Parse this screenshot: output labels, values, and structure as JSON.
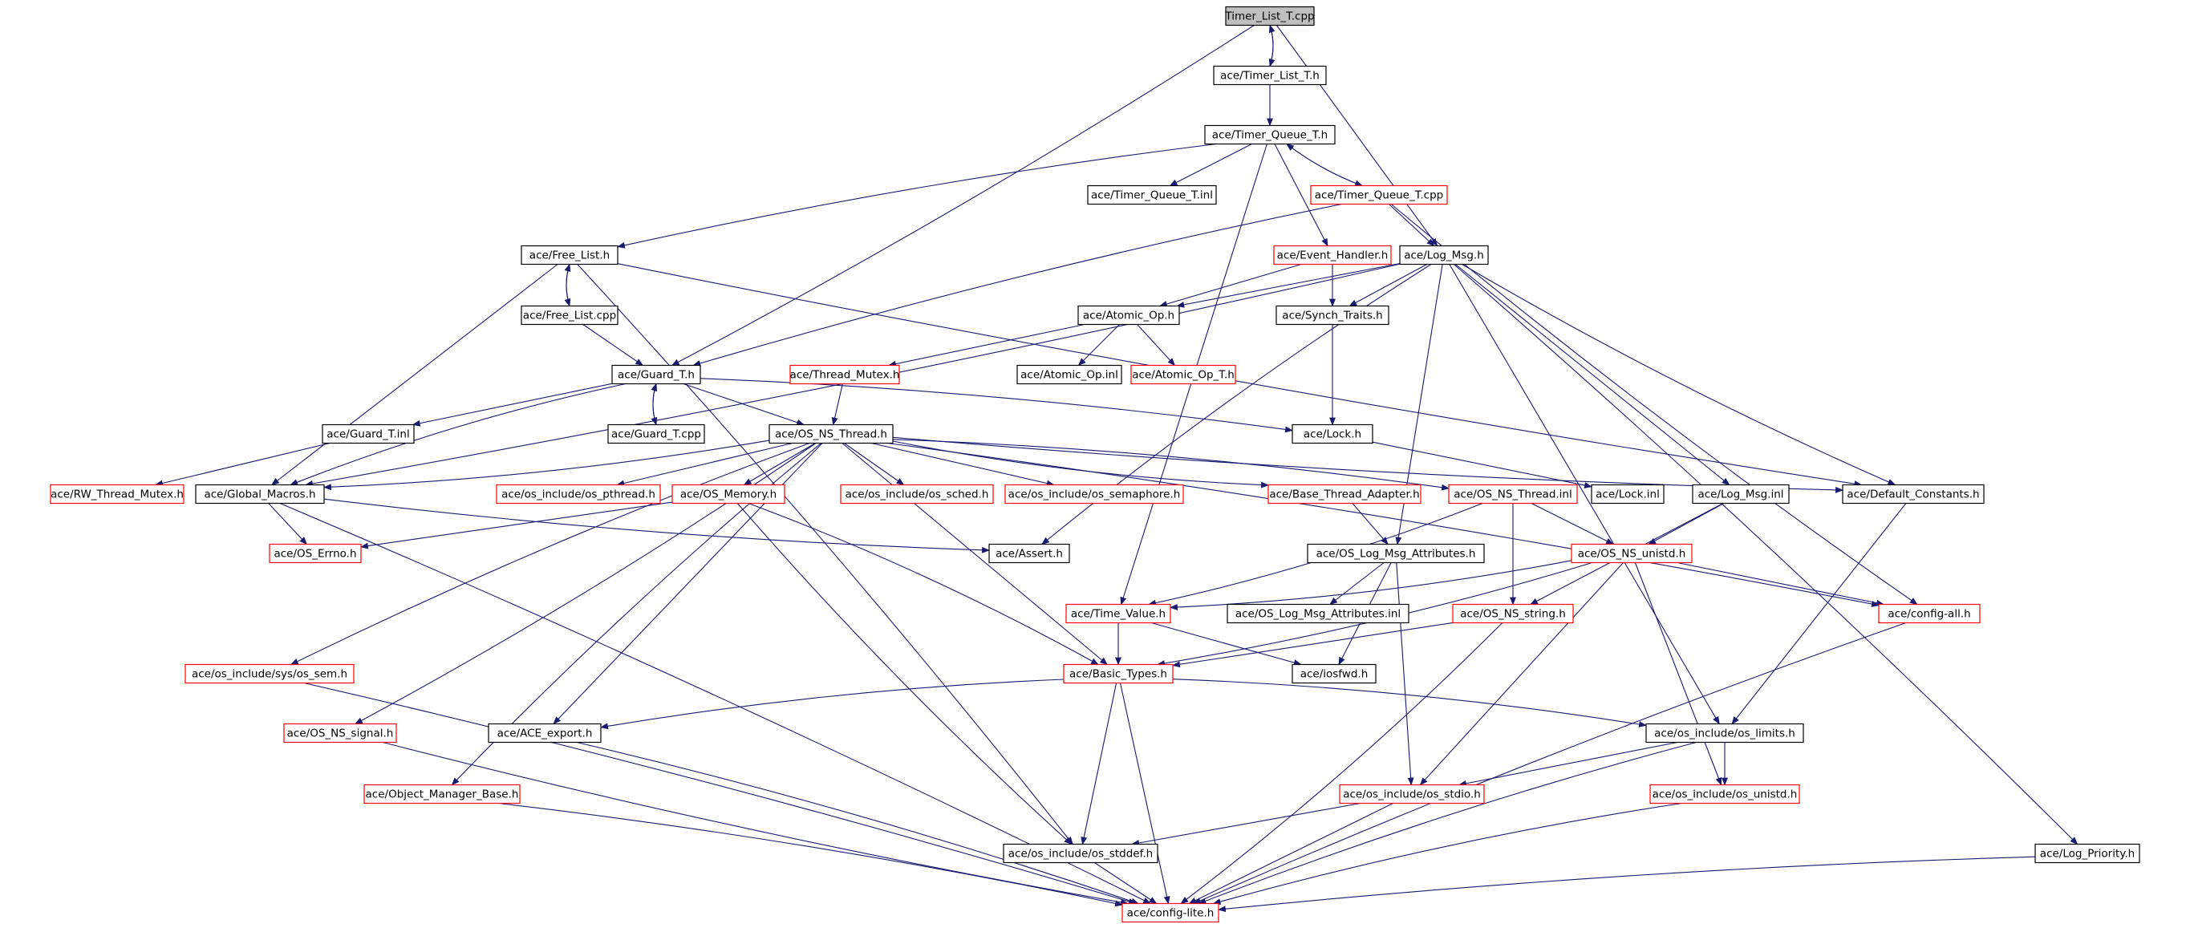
{
  "diagram": {
    "nodes": [
      {
        "id": "timer_list_t_cpp",
        "label": "Timer_List_T.cpp",
        "root": true
      },
      {
        "id": "timer_list_t_h",
        "label": "ace/Timer_List_T.h"
      },
      {
        "id": "timer_queue_t_h",
        "label": "ace/Timer_Queue_T.h"
      },
      {
        "id": "timer_queue_t_inl",
        "label": "ace/Timer_Queue_T.inl"
      },
      {
        "id": "timer_queue_t_cpp",
        "label": "ace/Timer_Queue_T.cpp",
        "red": true
      },
      {
        "id": "free_list_h",
        "label": "ace/Free_List.h"
      },
      {
        "id": "free_list_cpp",
        "label": "ace/Free_List.cpp"
      },
      {
        "id": "event_handler_h",
        "label": "ace/Event_Handler.h",
        "red": true
      },
      {
        "id": "log_msg_h",
        "label": "ace/Log_Msg.h"
      },
      {
        "id": "atomic_op_h",
        "label": "ace/Atomic_Op.h"
      },
      {
        "id": "synch_traits_h",
        "label": "ace/Synch_Traits.h"
      },
      {
        "id": "thread_mutex_h",
        "label": "ace/Thread_Mutex.h",
        "red": true
      },
      {
        "id": "atomic_op_inl",
        "label": "ace/Atomic_Op.inl"
      },
      {
        "id": "atomic_op_t_h",
        "label": "ace/Atomic_Op_T.h",
        "red": true
      },
      {
        "id": "guard_t_h",
        "label": "ace/Guard_T.h"
      },
      {
        "id": "guard_t_inl",
        "label": "ace/Guard_T.inl"
      },
      {
        "id": "guard_t_cpp",
        "label": "ace/Guard_T.cpp"
      },
      {
        "id": "os_ns_thread_h",
        "label": "ace/OS_NS_Thread.h"
      },
      {
        "id": "lock_h",
        "label": "ace/Lock.h"
      },
      {
        "id": "rw_thread_mutex_h",
        "label": "ace/RW_Thread_Mutex.h",
        "red": true
      },
      {
        "id": "global_macros_h",
        "label": "ace/Global_Macros.h"
      },
      {
        "id": "os_pthread_h",
        "label": "ace/os_include/os_pthread.h",
        "red": true
      },
      {
        "id": "os_memory_h",
        "label": "ace/OS_Memory.h",
        "red": true
      },
      {
        "id": "os_sched_h",
        "label": "ace/os_include/os_sched.h",
        "red": true
      },
      {
        "id": "os_semaphore_h",
        "label": "ace/os_include/os_semaphore.h",
        "red": true
      },
      {
        "id": "base_thread_adapter_h",
        "label": "ace/Base_Thread_Adapter.h",
        "red": true
      },
      {
        "id": "os_ns_thread_inl",
        "label": "ace/OS_NS_Thread.inl",
        "red": true
      },
      {
        "id": "lock_inl",
        "label": "ace/Lock.inl"
      },
      {
        "id": "log_msg_inl",
        "label": "ace/Log_Msg.inl"
      },
      {
        "id": "default_constants_h",
        "label": "ace/Default_Constants.h"
      },
      {
        "id": "os_errno_h",
        "label": "ace/OS_Errno.h",
        "red": true
      },
      {
        "id": "assert_h",
        "label": "ace/Assert.h"
      },
      {
        "id": "os_log_msg_attributes_h",
        "label": "ace/OS_Log_Msg_Attributes.h"
      },
      {
        "id": "os_ns_unistd_h",
        "label": "ace/OS_NS_unistd.h",
        "red": true
      },
      {
        "id": "time_value_h",
        "label": "ace/Time_Value.h",
        "red": true
      },
      {
        "id": "os_log_msg_attributes_inl",
        "label": "ace/OS_Log_Msg_Attributes.inl"
      },
      {
        "id": "os_ns_string_h",
        "label": "ace/OS_NS_string.h",
        "red": true
      },
      {
        "id": "config_all_h",
        "label": "ace/config-all.h",
        "red": true
      },
      {
        "id": "os_sem_h",
        "label": "ace/os_include/sys/os_sem.h",
        "red": true
      },
      {
        "id": "basic_types_h",
        "label": "ace/Basic_Types.h",
        "red": true
      },
      {
        "id": "iosfwd_h",
        "label": "ace/iosfwd.h"
      },
      {
        "id": "os_ns_signal_h",
        "label": "ace/OS_NS_signal.h",
        "red": true
      },
      {
        "id": "ace_export_h",
        "label": "ace/ACE_export.h"
      },
      {
        "id": "os_limits_h",
        "label": "ace/os_include/os_limits.h"
      },
      {
        "id": "object_manager_base_h",
        "label": "ace/Object_Manager_Base.h",
        "red": true
      },
      {
        "id": "os_stdio_h",
        "label": "ace/os_include/os_stdio.h",
        "red": true
      },
      {
        "id": "os_unistd_h",
        "label": "ace/os_include/os_unistd.h",
        "red": true
      },
      {
        "id": "os_stddef_h",
        "label": "ace/os_include/os_stddef.h"
      },
      {
        "id": "log_priority_h",
        "label": "ace/Log_Priority.h"
      },
      {
        "id": "config_lite_h",
        "label": "ace/config-lite.h",
        "red": true
      }
    ],
    "edges": [
      [
        "timer_list_t_cpp",
        "timer_list_t_h"
      ],
      [
        "timer_list_t_h",
        "timer_list_t_cpp"
      ],
      [
        "timer_list_t_cpp",
        "guard_t_h"
      ],
      [
        "timer_list_t_cpp",
        "log_msg_h"
      ],
      [
        "timer_list_t_h",
        "timer_queue_t_h"
      ],
      [
        "timer_queue_t_h",
        "free_list_h"
      ],
      [
        "timer_queue_t_h",
        "timer_queue_t_inl"
      ],
      [
        "timer_queue_t_h",
        "timer_queue_t_cpp"
      ],
      [
        "timer_queue_t_cpp",
        "timer_queue_t_h"
      ],
      [
        "timer_queue_t_h",
        "event_handler_h"
      ],
      [
        "timer_queue_t_h",
        "time_value_h"
      ],
      [
        "timer_queue_t_cpp",
        "guard_t_h"
      ],
      [
        "timer_queue_t_cpp",
        "log_msg_h"
      ],
      [
        "timer_queue_t_cpp",
        "config_all_h"
      ],
      [
        "free_list_h",
        "free_list_cpp"
      ],
      [
        "free_list_cpp",
        "free_list_h"
      ],
      [
        "free_list_h",
        "global_macros_h"
      ],
      [
        "free_list_h",
        "default_constants_h"
      ],
      [
        "free_list_h",
        "os_stddef_h"
      ],
      [
        "free_list_cpp",
        "guard_t_h"
      ],
      [
        "event_handler_h",
        "atomic_op_h"
      ],
      [
        "event_handler_h",
        "synch_traits_h"
      ],
      [
        "log_msg_h",
        "atomic_op_h"
      ],
      [
        "log_msg_h",
        "synch_traits_h"
      ],
      [
        "log_msg_h",
        "global_macros_h"
      ],
      [
        "log_msg_h",
        "assert_h"
      ],
      [
        "log_msg_h",
        "log_msg_inl"
      ],
      [
        "log_msg_h",
        "default_constants_h"
      ],
      [
        "log_msg_h",
        "log_priority_h"
      ],
      [
        "log_msg_h",
        "os_log_msg_attributes_h"
      ],
      [
        "log_msg_h",
        "os_limits_h"
      ],
      [
        "atomic_op_h",
        "thread_mutex_h"
      ],
      [
        "atomic_op_h",
        "atomic_op_inl"
      ],
      [
        "atomic_op_h",
        "atomic_op_t_h"
      ],
      [
        "synch_traits_h",
        "lock_h"
      ],
      [
        "thread_mutex_h",
        "os_ns_thread_h"
      ],
      [
        "guard_t_h",
        "guard_t_inl"
      ],
      [
        "guard_t_h",
        "guard_t_cpp"
      ],
      [
        "guard_t_cpp",
        "guard_t_h"
      ],
      [
        "guard_t_h",
        "os_ns_thread_h"
      ],
      [
        "guard_t_h",
        "lock_h"
      ],
      [
        "guard_t_h",
        "global_macros_h"
      ],
      [
        "guard_t_inl",
        "rw_thread_mutex_h"
      ],
      [
        "lock_h",
        "lock_inl"
      ],
      [
        "os_ns_thread_h",
        "global_macros_h"
      ],
      [
        "os_ns_thread_h",
        "os_pthread_h"
      ],
      [
        "os_ns_thread_h",
        "os_memory_h"
      ],
      [
        "os_ns_thread_h",
        "os_sched_h"
      ],
      [
        "os_ns_thread_h",
        "os_semaphore_h"
      ],
      [
        "os_ns_thread_h",
        "base_thread_adapter_h"
      ],
      [
        "os_ns_thread_h",
        "os_ns_thread_inl"
      ],
      [
        "os_ns_thread_h",
        "default_constants_h"
      ],
      [
        "os_ns_thread_h",
        "config_all_h"
      ],
      [
        "os_ns_thread_h",
        "os_sem_h"
      ],
      [
        "os_ns_thread_h",
        "os_ns_signal_h"
      ],
      [
        "os_ns_thread_h",
        "object_manager_base_h"
      ],
      [
        "os_ns_thread_h",
        "ace_export_h"
      ],
      [
        "os_ns_thread_h",
        "basic_types_h"
      ],
      [
        "global_macros_h",
        "os_errno_h"
      ],
      [
        "global_macros_h",
        "assert_h"
      ],
      [
        "global_macros_h",
        "config_lite_h"
      ],
      [
        "os_memory_h",
        "os_errno_h"
      ],
      [
        "os_memory_h",
        "basic_types_h"
      ],
      [
        "os_memory_h",
        "os_stddef_h"
      ],
      [
        "base_thread_adapter_h",
        "os_log_msg_attributes_h"
      ],
      [
        "os_ns_thread_inl",
        "os_ns_unistd_h"
      ],
      [
        "os_ns_thread_inl",
        "time_value_h"
      ],
      [
        "os_ns_thread_inl",
        "os_ns_string_h"
      ],
      [
        "log_msg_inl",
        "os_ns_unistd_h"
      ],
      [
        "log_msg_inl",
        "os_ns_string_h"
      ],
      [
        "default_constants_h",
        "os_limits_h"
      ],
      [
        "os_log_msg_attributes_h",
        "os_log_msg_attributes_inl"
      ],
      [
        "os_log_msg_attributes_h",
        "iosfwd_h"
      ],
      [
        "os_log_msg_attributes_h",
        "os_stdio_h"
      ],
      [
        "os_ns_unistd_h",
        "time_value_h"
      ],
      [
        "os_ns_unistd_h",
        "config_all_h"
      ],
      [
        "os_ns_unistd_h",
        "basic_types_h"
      ],
      [
        "os_ns_unistd_h",
        "os_stdio_h"
      ],
      [
        "os_ns_unistd_h",
        "os_unistd_h"
      ],
      [
        "time_value_h",
        "basic_types_h"
      ],
      [
        "time_value_h",
        "iosfwd_h"
      ],
      [
        "os_ns_string_h",
        "basic_types_h"
      ],
      [
        "os_ns_string_h",
        "config_lite_h"
      ],
      [
        "config_all_h",
        "config_lite_h"
      ],
      [
        "os_sem_h",
        "config_lite_h"
      ],
      [
        "basic_types_h",
        "ace_export_h"
      ],
      [
        "basic_types_h",
        "os_limits_h"
      ],
      [
        "basic_types_h",
        "os_stddef_h"
      ],
      [
        "basic_types_h",
        "config_lite_h"
      ],
      [
        "os_ns_signal_h",
        "config_lite_h"
      ],
      [
        "ace_export_h",
        "config_lite_h"
      ],
      [
        "os_limits_h",
        "os_stdio_h"
      ],
      [
        "os_limits_h",
        "os_unistd_h"
      ],
      [
        "os_limits_h",
        "config_lite_h"
      ],
      [
        "object_manager_base_h",
        "config_lite_h"
      ],
      [
        "os_stdio_h",
        "os_stddef_h"
      ],
      [
        "os_stdio_h",
        "config_lite_h"
      ],
      [
        "os_unistd_h",
        "config_lite_h"
      ],
      [
        "os_stddef_h",
        "config_lite_h"
      ],
      [
        "log_priority_h",
        "config_lite_h"
      ]
    ]
  }
}
